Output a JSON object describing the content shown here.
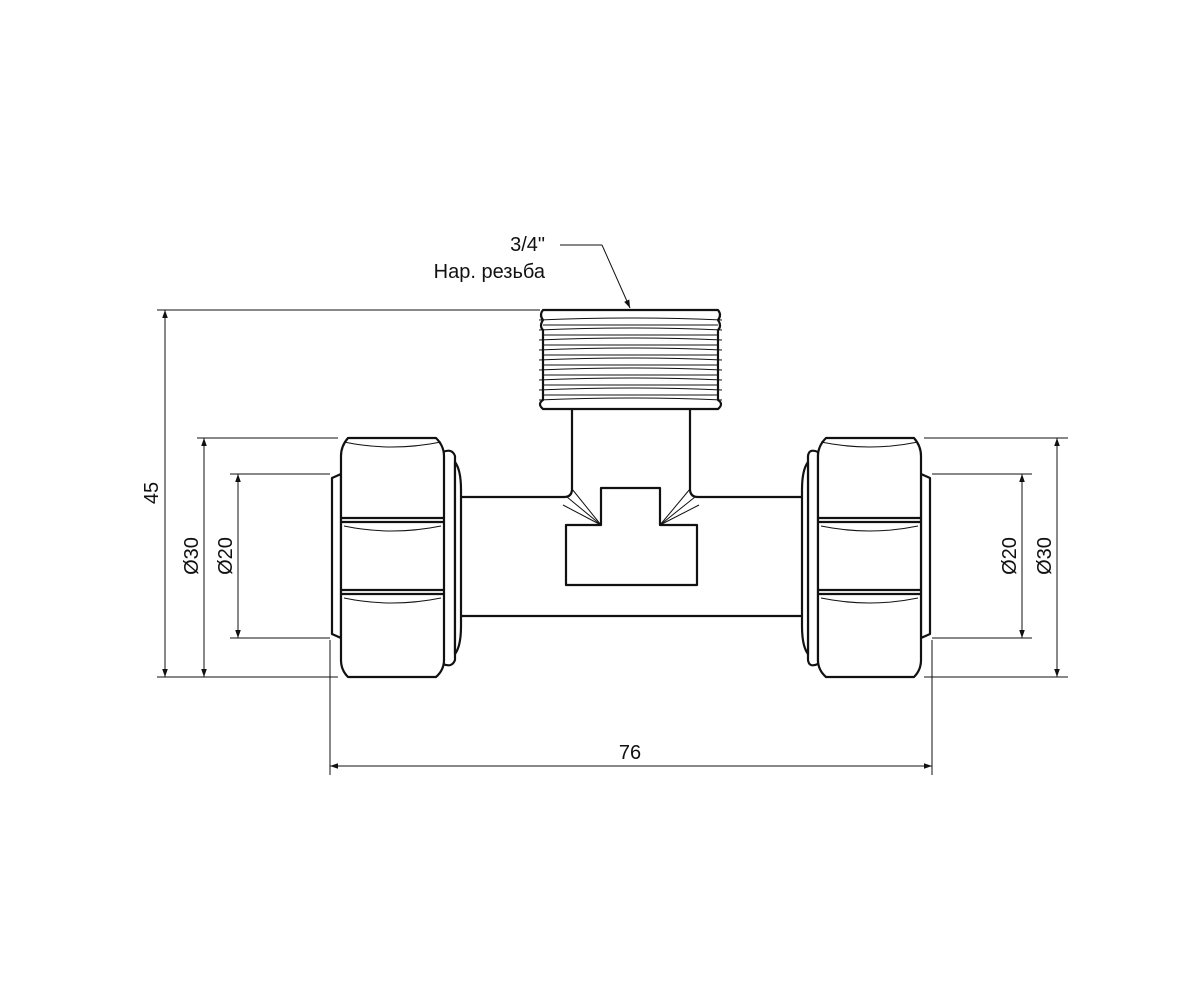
{
  "callout": {
    "size": "3/4\"",
    "thread_type": "Нар. резьба"
  },
  "dimensions": {
    "height": "45",
    "length": "76",
    "left_outer_diameter": "Ø30",
    "left_inner_diameter": "Ø20",
    "right_inner_diameter": "Ø20",
    "right_outer_diameter": "Ø30"
  },
  "colors": {
    "line": "#111111",
    "background": "#ffffff"
  }
}
